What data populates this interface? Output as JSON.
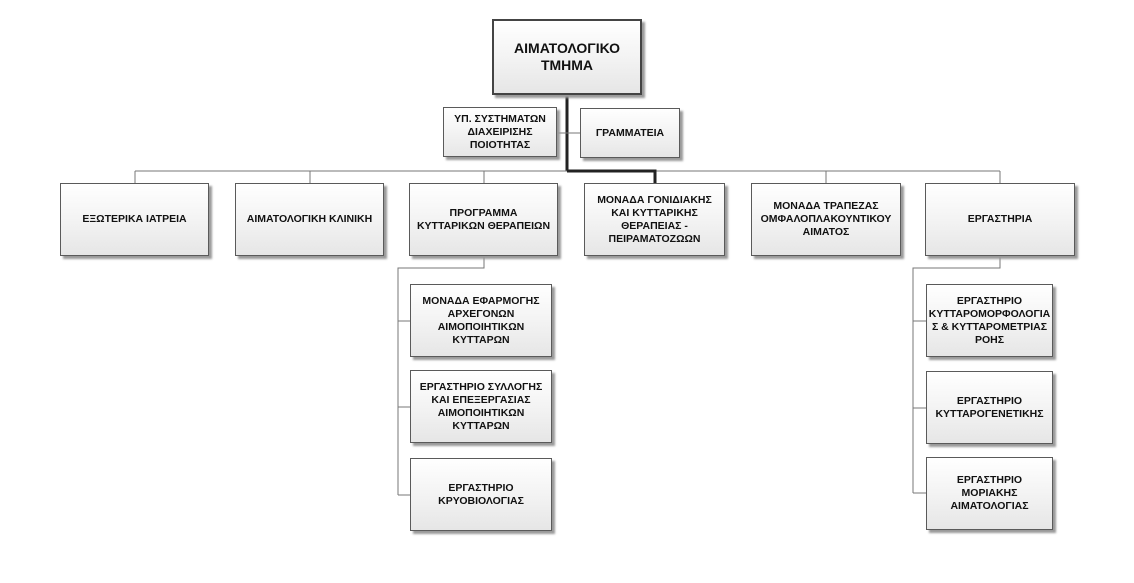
{
  "diagram": {
    "root": {
      "label": "ΑΙΜΑΤΟΛΟΓΙΚΟ\nΤΜΗΜΑ"
    },
    "staff": {
      "quality": "ΥΠ. ΣΥΣΤΗΜΑΤΩΝ\nΔΙΑΧΕΙΡΙΣΗΣ\nΠΟΙΟΤΗΤΑΣ",
      "secretariat": "ΓΡΑΜΜΑΤΕΙΑ"
    },
    "units": {
      "outpatient": "ΕΞΩΤΕΡΙΚΑ ΙΑΤΡΕΙΑ",
      "clinic": "ΑΙΜΑΤΟΛΟΓΙΚΗ ΚΛΙΝΙΚΗ",
      "cell_therapy_program": "ΠΡΟΓΡΑΜΜΑ\nΚΥΤΤΑΡΙΚΩΝ ΘΕΡΑΠΕΙΩΝ",
      "gene_therapy_unit": "ΜΟΝΑΔΑ ΓΟΝΙΔΙΑΚΗΣ\nΚΑΙ ΚΥΤΤΑΡΙΚΗΣ\nΘΕΡΑΠΕΙΑΣ -\nΠΕΙΡΑΜΑΤΟΖΩΩΝ",
      "cord_blood_bank": "ΜΟΝΑΔΑ ΤΡΑΠΕΖΑΣ\nΟΜΦΑΛΟΠΛΑΚΟΥΝΤΙΚΟΥ\nΑΙΜΑΤΟΣ",
      "laboratories": "ΕΡΓΑΣΤΗΡΙΑ"
    },
    "cell_therapy_children": [
      "ΜΟΝΑΔΑ ΕΦΑΡΜΟΓΗΣ\nΑΡΧΕΓΟΝΩΝ\nΑΙΜΟΠΟΙΗΤΙΚΩΝ\nΚΥΤΤΑΡΩΝ",
      "ΕΡΓΑΣΤΗΡΙΟ ΣΥΛΛΟΓΗΣ\nΚΑΙ ΕΠΕΞΕΡΓΑΣΙΑΣ\nΑΙΜΟΠΟΙΗΤΙΚΩΝ\nΚΥΤΤΑΡΩΝ",
      "ΕΡΓΑΣΤΗΡΙΟ\nΚΡΥΟΒΙΟΛΟΓΙΑΣ"
    ],
    "laboratory_children": [
      "ΕΡΓΑΣΤΗΡΙΟ\nΚΥΤΤΑΡΟΜΟΡΦΟΛΟΓΙΑ\nΣ & ΚΥΤΤΑΡΟΜΕΤΡΙΑΣ\nΡΟΗΣ",
      "ΕΡΓΑΣΤΗΡΙΟ\nΚΥΤΤΑΡΟΓΕΝΕΤΙΚΗΣ",
      "ΕΡΓΑΣΤΗΡΙΟ\nΜΟΡΙΑΚΗΣ\nΑΙΜΑΤΟΛΟΓΙΑΣ"
    ]
  }
}
